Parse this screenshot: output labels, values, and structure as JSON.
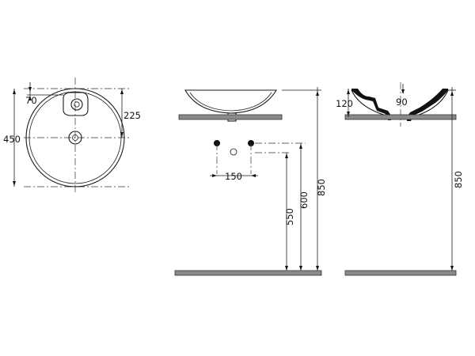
{
  "diagram": {
    "top_view": {
      "dim_tap_offset": "70",
      "dim_tap_to_center": "225",
      "dim_diameter": "450"
    },
    "front_view": {
      "dim_outlet_spacing": "150",
      "dim_outlet_height_low": "550",
      "dim_outlet_height_high": "600",
      "dim_counter_height": "850"
    },
    "side_view": {
      "dim_bowl_depth": "120",
      "dim_drain_width": "90",
      "dim_counter_height": "850"
    }
  }
}
